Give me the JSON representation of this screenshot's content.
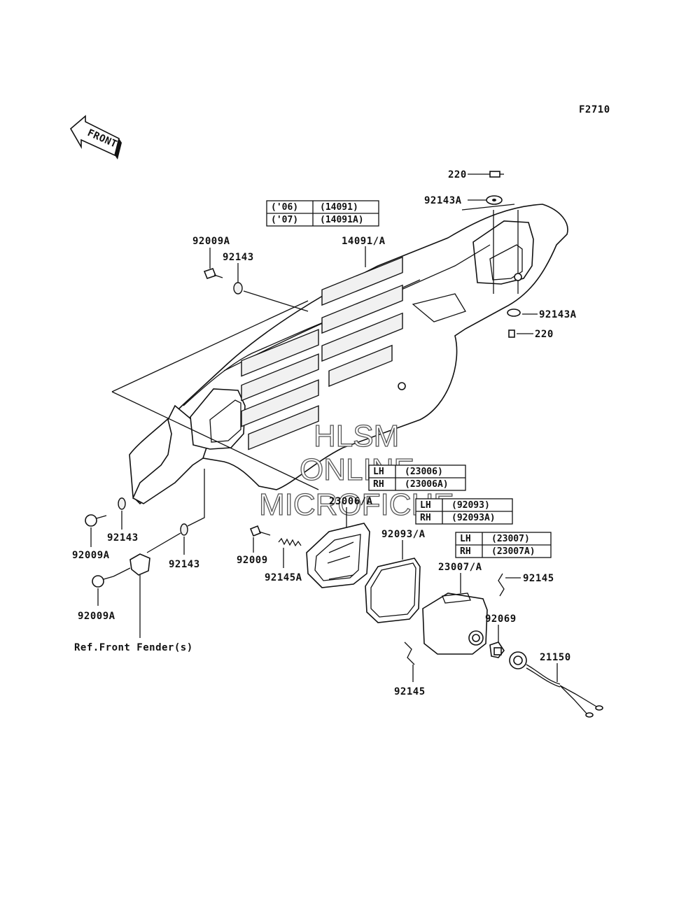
{
  "diagram_code": "F2710",
  "front_label": "FRONT",
  "watermark": {
    "line1": "HLSM",
    "line2": "ONLINE",
    "line3": "MICROFICHE"
  },
  "tables": {
    "cover": [
      [
        "('06)",
        "(14091)"
      ],
      [
        "('07)",
        "(14091A)"
      ]
    ],
    "housing": [
      [
        "LH",
        "(23006)"
      ],
      [
        "RH",
        "(23006A)"
      ]
    ],
    "gasket": [
      [
        "LH",
        "(92093)"
      ],
      [
        "RH",
        "(92093A)"
      ]
    ],
    "headlamp": [
      [
        "LH",
        "(23007)"
      ],
      [
        "RH",
        "(23007A)"
      ]
    ]
  },
  "labels": {
    "l220_top": "220",
    "l92143A_top": "92143A",
    "l14091": "14091/A",
    "l92009A_top": "92009A",
    "l92143_top": "92143",
    "l92143A_right": "92143A",
    "l220_right": "220",
    "l23006": "23006/A",
    "l92093": "92093/A",
    "l23007": "23007/A",
    "l92145_right": "92145",
    "l92069": "92069",
    "l21150": "21150",
    "l92145_bottom": "92145",
    "l92009": "92009",
    "l92145A": "92145A",
    "l92143_left": "92143",
    "l92143_mid": "92143",
    "l92009A_left": "92009A",
    "l92009A_bottom": "92009A",
    "ref_fender": "Ref.Front Fender(s)"
  }
}
